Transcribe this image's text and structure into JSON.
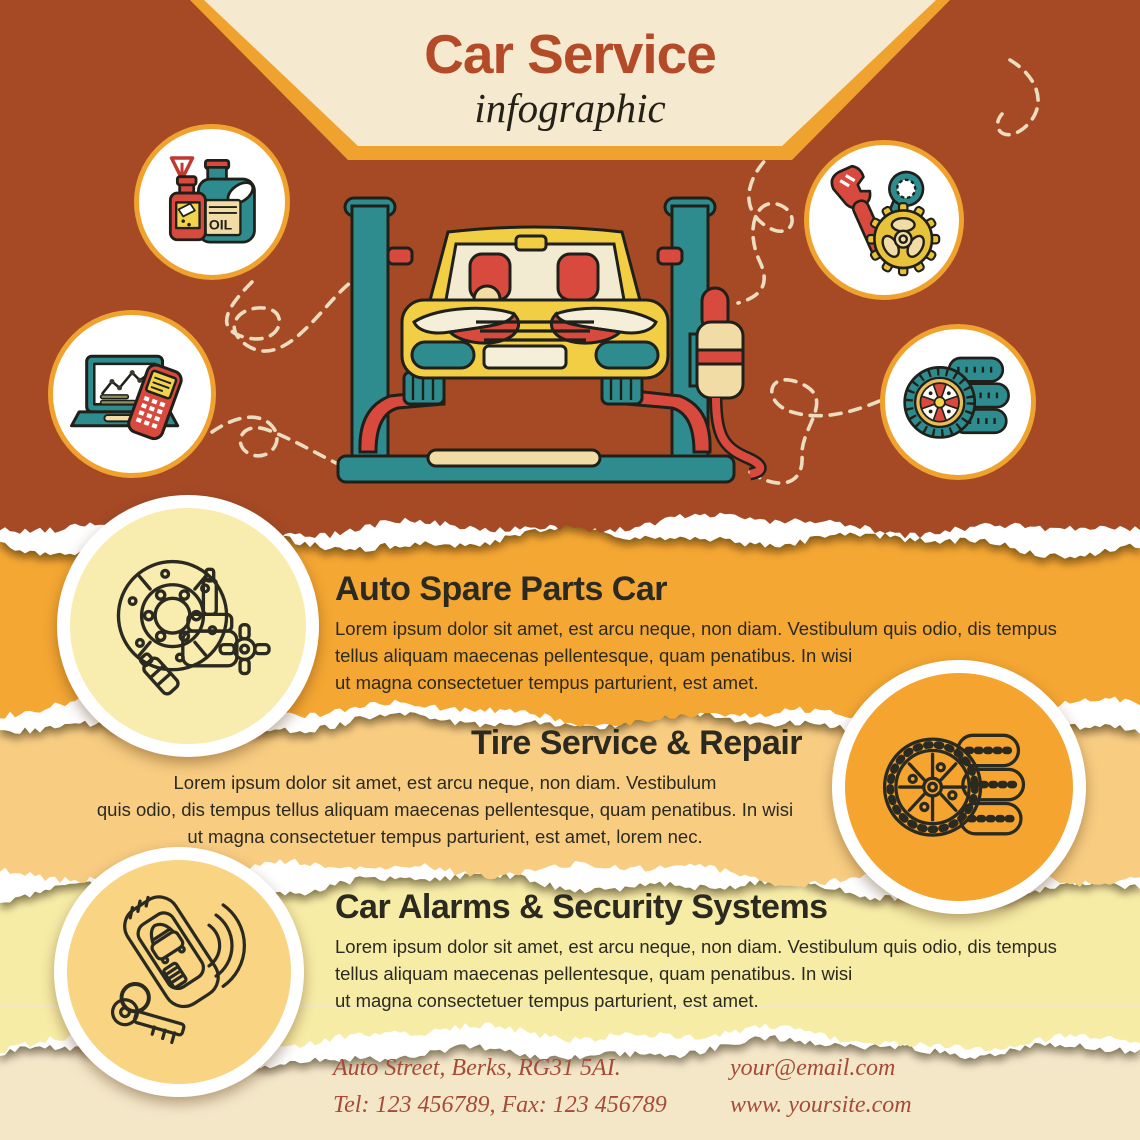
{
  "poster": {
    "title": "Car Service",
    "subtitle": "infographic"
  },
  "sections": [
    {
      "heading": "Auto Spare Parts Car",
      "body": [
        "Lorem ipsum dolor sit amet, est arcu neque, non diam. Vestibulum quis odio, dis tempus",
        "tellus aliquam maecenas pellentesque, quam penatibus. In wisi",
        "ut magna consectetuer tempus parturient, est amet."
      ],
      "icon": "brake-disc-icon"
    },
    {
      "heading": "Tire Service & Repair",
      "body": [
        "Lorem ipsum dolor sit amet, est arcu neque, non diam. Vestibulum",
        "quis odio, dis tempus tellus aliquam maecenas pellentesque, quam penatibus. In wisi",
        "ut magna consectetuer tempus parturient, est amet, lorem nec."
      ],
      "icon": "tire-icon"
    },
    {
      "heading": "Car Alarms & Security Systems",
      "body": [
        "Lorem ipsum dolor sit amet, est arcu neque, non diam. Vestibulum quis odio, dis tempus",
        "tellus aliquam maecenas pellentesque, quam penatibus. In wisi",
        "ut magna consectetuer tempus parturient, est amet."
      ],
      "icon": "car-key-icon"
    }
  ],
  "hero_icons": [
    "oil-products-icon",
    "repair-tools-icon",
    "diagnostics-icon",
    "wheels-tires-icon"
  ],
  "hero_illustration": "car-on-two-post-lift-with-fuel-pump",
  "footer": {
    "address": "Auto Street,  Berks, RG31 5AI.",
    "phones": "Tel: 123 456789, Fax: 123 456789",
    "email": "your@email.com",
    "website": "www. yoursite.com"
  },
  "colors": {
    "background_brown": "#a64a26",
    "band_orange": "#f5a733",
    "band_light": "#f8cd82",
    "band_pale_yellow": "#f7eca6",
    "band_cream": "#f4e7c8",
    "banner_cream": "#f5e9cf",
    "gold_accent": "#f0a22e",
    "title_rust": "#b34b28",
    "text_ink": "#2b2a20",
    "footer_rust": "#a54b38",
    "teal": "#2f8c8e",
    "red": "#d8493e",
    "car_yellow": "#f2ce45"
  }
}
